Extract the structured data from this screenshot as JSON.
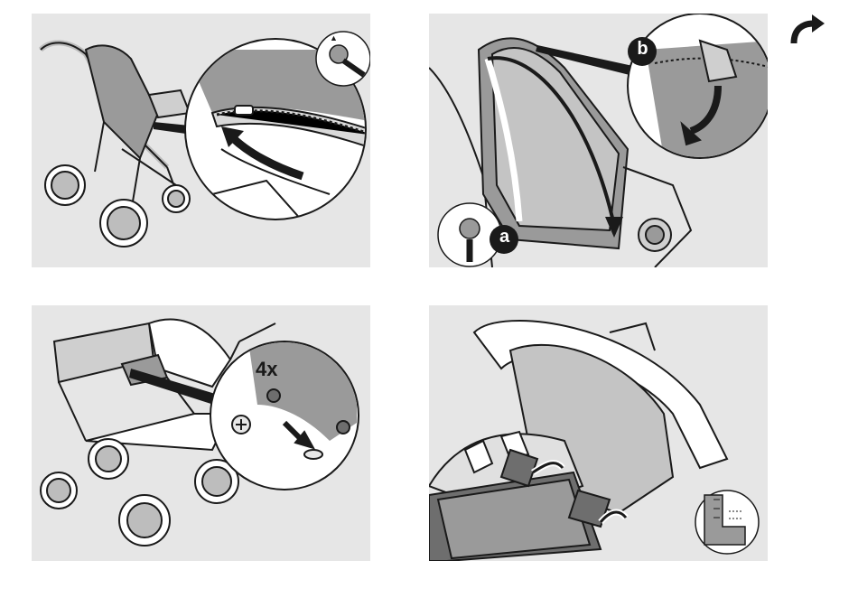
{
  "panel_top_right": {
    "callout_a": "a",
    "callout_b": "b"
  },
  "panel_bottom_left": {
    "count_label": "4x"
  },
  "icons": {
    "next": "next-step-arrow-icon",
    "buckle": "buckle-symbol-icon",
    "fabric": "fabric-texture-icon",
    "zip_arrow": "curved-arrow-icon",
    "screw": "screw-icon"
  },
  "colors": {
    "panel_bg": "#e6e6e6",
    "fabric": "#9a9a9a",
    "dark_fabric": "#6e6e6e",
    "ink": "#1a1a1a",
    "frame": "#bdbdbd"
  }
}
